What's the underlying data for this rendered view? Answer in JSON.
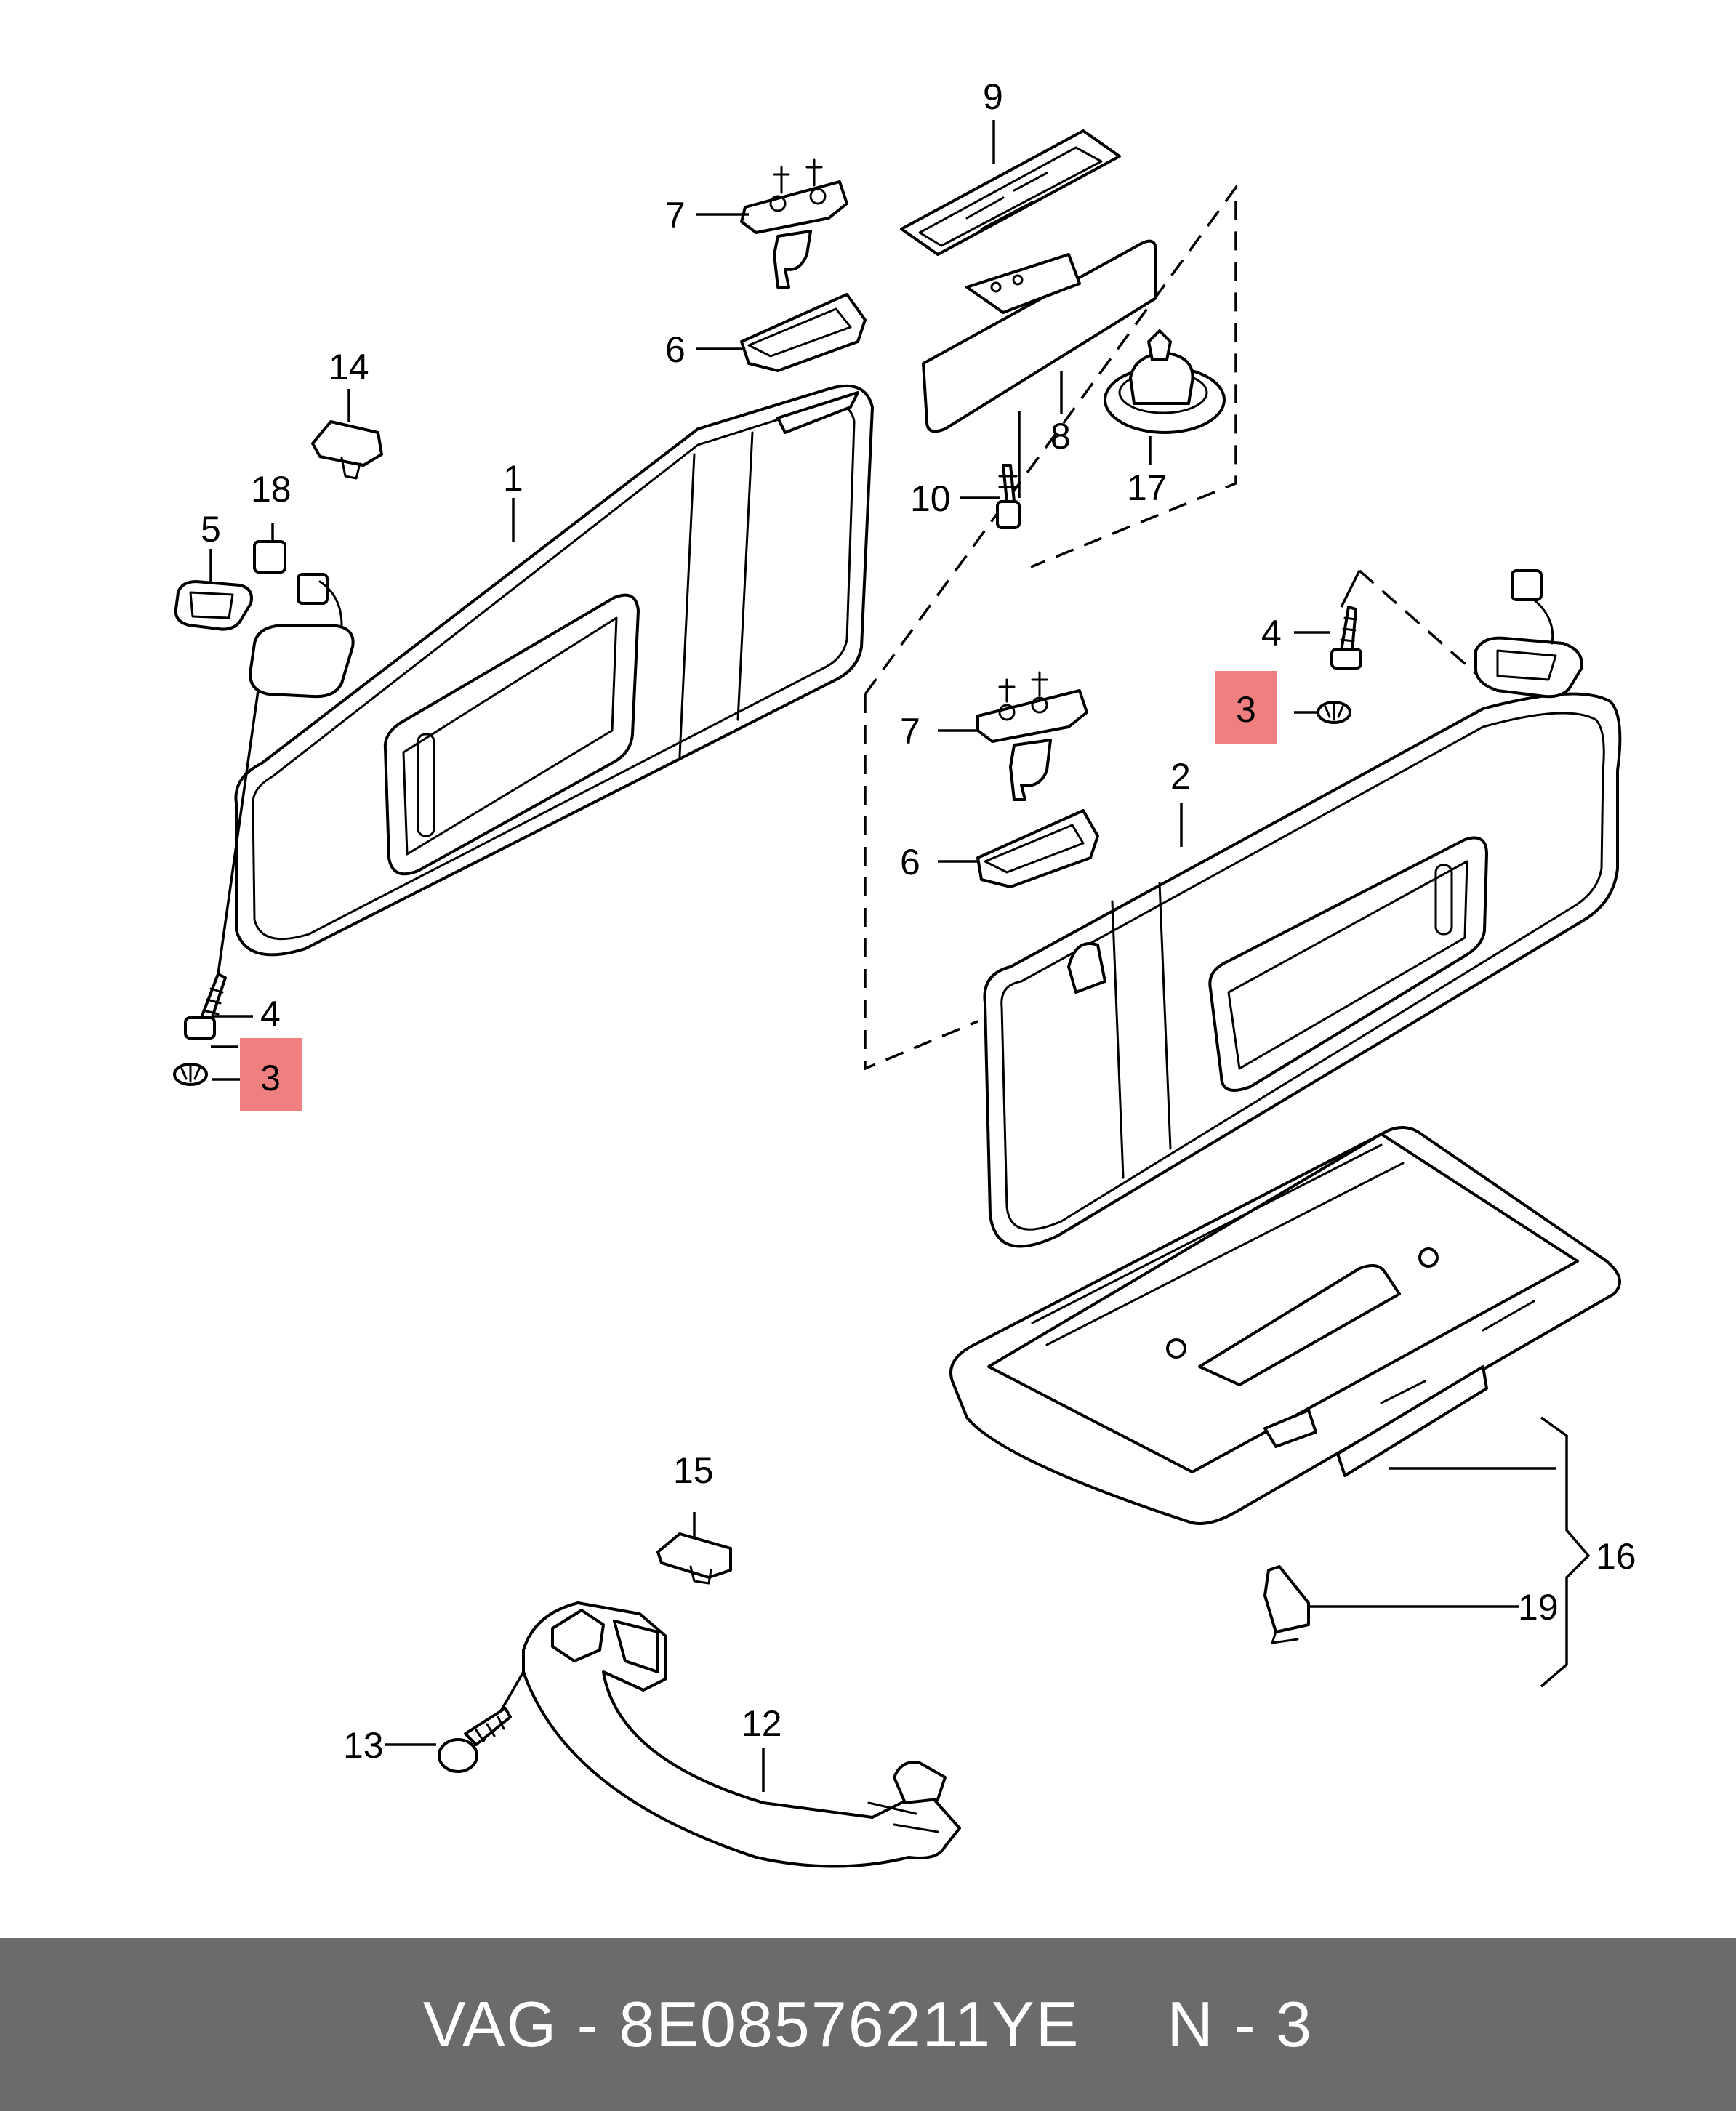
{
  "diagram": {
    "callouts": {
      "c1": "1",
      "c2": "2",
      "c3a": "3",
      "c3b": "3",
      "c4a": "4",
      "c4b": "4",
      "c5": "5",
      "c6a": "6",
      "c6b": "6",
      "c7a": "7",
      "c7b": "7",
      "c8": "8",
      "c9": "9",
      "c10": "10",
      "c12": "12",
      "c13": "13",
      "c14": "14",
      "c15": "15",
      "c16": "16",
      "c17": "17",
      "c18": "18",
      "c19": "19"
    },
    "highlight_color": "#f08080"
  },
  "footer": {
    "part_label": "VAG - 8E08576211YE",
    "position_label": "N - 3",
    "background": "#6b6b6b"
  }
}
